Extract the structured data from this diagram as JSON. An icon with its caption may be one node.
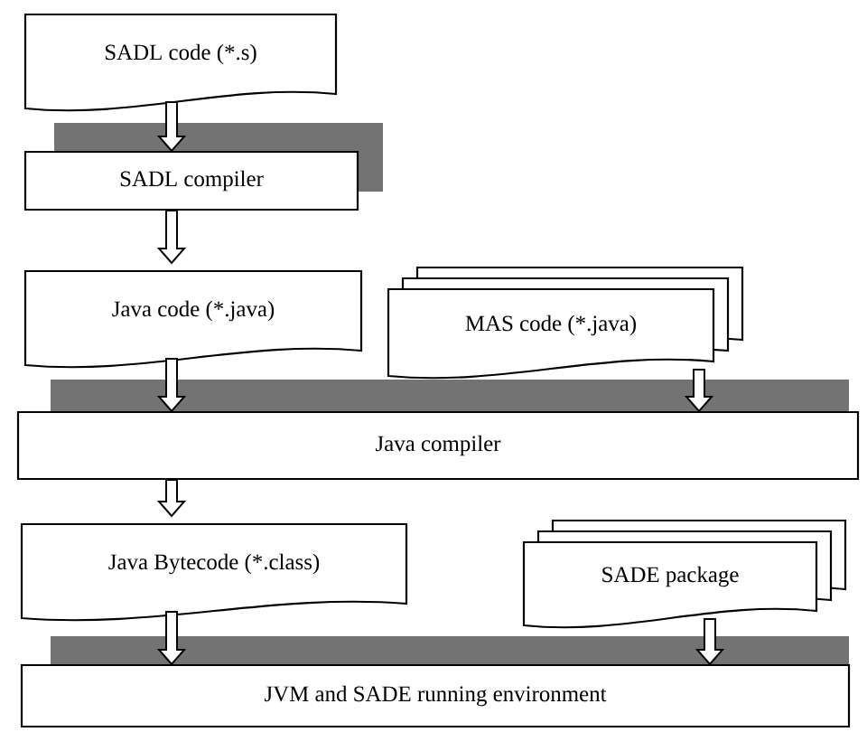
{
  "diagram": {
    "nodes": [
      {
        "text": [
          "SADL code (*.s)"
        ]
      },
      {
        "text": [
          "SADL compiler"
        ]
      },
      {
        "text": [
          "Java code (*.java)"
        ]
      },
      {
        "text": [
          "MAS code (*.java)"
        ]
      },
      {
        "text": [
          "Java compiler"
        ]
      },
      {
        "text": [
          "Java Bytecode (*.class)"
        ]
      },
      {
        "text": [
          "SADE package"
        ]
      },
      {
        "text": [
          "JVM and SADE running environment"
        ]
      }
    ],
    "edges": [
      {
        "from": 0,
        "to": 1,
        "arrow": "to"
      },
      {
        "from": 1,
        "to": 2,
        "arrow": "to"
      },
      {
        "from": 2,
        "to": 4,
        "arrow": "to"
      },
      {
        "from": 3,
        "to": 4,
        "arrow": "to"
      },
      {
        "from": 4,
        "to": 5,
        "arrow": "to"
      },
      {
        "from": 5,
        "to": 7,
        "arrow": "to"
      },
      {
        "from": 6,
        "to": 7,
        "arrow": "to"
      }
    ]
  }
}
